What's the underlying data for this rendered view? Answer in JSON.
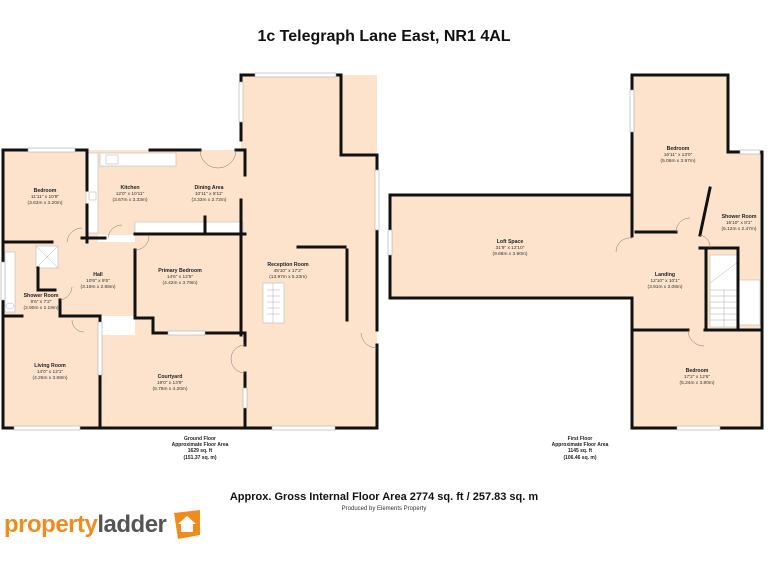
{
  "header": {
    "title": "1c Telegraph Lane East, NR1 4AL"
  },
  "colors": {
    "room_fill": "#fde3cc",
    "wall": "#111111",
    "brand_orange": "#f08c1e",
    "brand_gray": "#555555"
  },
  "ground_floor": {
    "rooms": [
      {
        "name": "Bedroom",
        "imperial": "11'11\" x 10'8\"",
        "metric": "(3.63m x 3.20m)"
      },
      {
        "name": "Kitchen",
        "imperial": "12'0\" x 10'11\"",
        "metric": "(3.67m x 3.33m)"
      },
      {
        "name": "Dining Area",
        "imperial": "10'11\" x 8'11\"",
        "metric": "(3.33m x 2.72m)"
      },
      {
        "name": "Hall",
        "imperial": "10'6\" x 9'5\"",
        "metric": "(3.19m x 2.88m)"
      },
      {
        "name": "Primary Bedroom",
        "imperial": "14'6\" x 12'5\"",
        "metric": "(4.42m x 3.79m)"
      },
      {
        "name": "Shower Room",
        "imperial": "9'6\" x 7'2\"",
        "metric": "(2.90m x 2.19m)"
      },
      {
        "name": "Living Room",
        "imperial": "14'0\" x 12'1\"",
        "metric": "(4.26m x 3.68m)"
      },
      {
        "name": "Courtyard",
        "imperial": "19'0\" x 13'9\"",
        "metric": "(5.78m x 4.20m)"
      },
      {
        "name": "Reception Room",
        "imperial": "45'10\" x 17'2\"",
        "metric": "(13.97m x 5.23m)"
      }
    ],
    "label": {
      "line1": "Ground Floor",
      "line2": "Approximate Floor Area",
      "line3": "1629 sq. ft",
      "line4": "(151.37 sq. m)"
    }
  },
  "first_floor": {
    "rooms": [
      {
        "name": "Loft Space",
        "imperial": "31'9\" x 12'10\"",
        "metric": "(9.68m x 3.90m)"
      },
      {
        "name": "Bedroom",
        "imperial": "16'11\" x 13'0\"",
        "metric": "(5.06m x 3.97m)"
      },
      {
        "name": "Shower Room",
        "imperial": "16'10\" x 8'1\"",
        "metric": "(5.12m x 2.47m)"
      },
      {
        "name": "Landing",
        "imperial": "12'10\" x 10'1\"",
        "metric": "(3.91m x 3.08m)"
      },
      {
        "name": "Bedroom",
        "imperial": "17'2\" x 12'6\"",
        "metric": "(5.24m x 3.80m)"
      }
    ],
    "label": {
      "line1": "First Floor",
      "line2": "Approximate Floor Area",
      "line3": "1145 sq. ft",
      "line4": "(106.46 sq. m)"
    }
  },
  "footer": {
    "gross_area": "Approx. Gross Internal Floor Area 2774 sq. ft / 257.83 sq. m",
    "producer": "Produced by Elements Property",
    "logo_part1": "property",
    "logo_part2": "ladder",
    "logo_icon": "house-icon"
  }
}
